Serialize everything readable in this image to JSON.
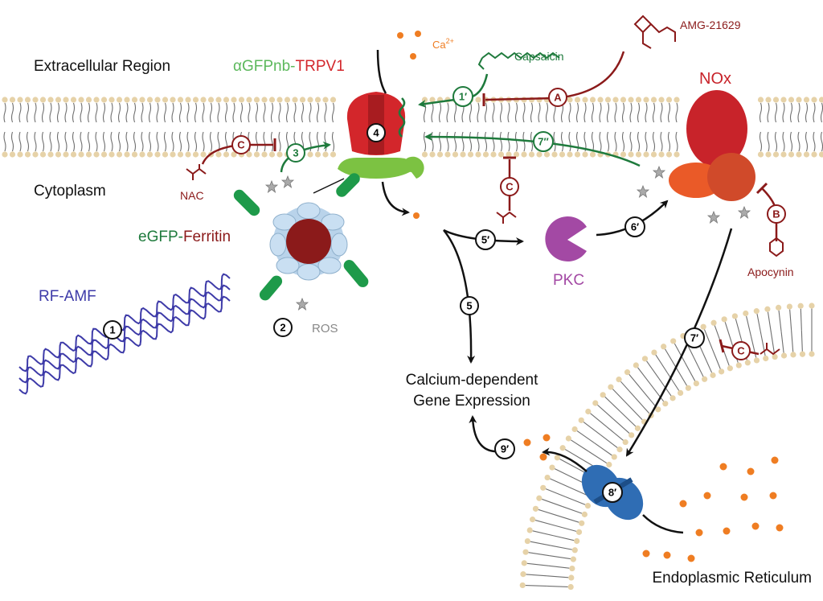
{
  "labels": {
    "extracellular": "Extracellular Region",
    "cytoplasm": "Cytoplasm",
    "channel_prefix": "αGFPnb-",
    "channel_name": "TRPV1",
    "ferritin_prefix": "eGFP-",
    "ferritin_name": "Ferritin",
    "rf_amf": "RF-AMF",
    "ros": "ROS",
    "nac": "NAC",
    "capsaicin": "Capsaicin",
    "amg": "AMG-21629",
    "calcium": "Ca",
    "calcium_sup": "2+",
    "nox": "NOx",
    "pkc": "PKC",
    "apocynin": "Apocynin",
    "gene_line1": "Calcium-dependent",
    "gene_line2": "Gene Expression",
    "er": "Endoplasmic Reticulum"
  },
  "steps": {
    "s1": "1",
    "s2": "2",
    "s3": "3",
    "s4": "4",
    "s5": "5",
    "s1p": "1′",
    "s5p": "5′",
    "s6p": "6′",
    "s7p": "7′",
    "s7pp": "7″",
    "s8p": "8′",
    "s9p": "9′"
  },
  "inhibitors": {
    "a": "A",
    "b": "B",
    "c": "C"
  },
  "colors": {
    "green": "#1e7a3c",
    "red": "#d3262b",
    "darkred": "#8b1a1a",
    "blue": "#3d3aa8",
    "purple": "#a349a4",
    "orange": "#ef7d22",
    "gray": "#8a8a8a"
  }
}
